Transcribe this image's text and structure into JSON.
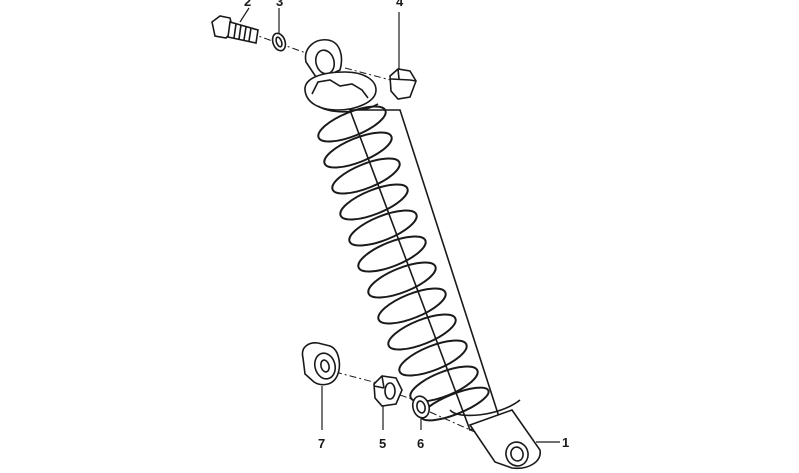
{
  "diagram": {
    "type": "exploded-parts-diagram",
    "line_color": "#1a1a1a",
    "fill_color": "#ffffff",
    "callouts": [
      {
        "id": "callout-1",
        "label": "1"
      },
      {
        "id": "callout-2",
        "label": "2"
      },
      {
        "id": "callout-3",
        "label": "3"
      },
      {
        "id": "callout-4",
        "label": "4"
      },
      {
        "id": "callout-5",
        "label": "5"
      },
      {
        "id": "callout-6",
        "label": "6"
      },
      {
        "id": "callout-7",
        "label": "7"
      }
    ],
    "parts": [
      {
        "callout": "1",
        "icon": "shock-absorber-icon"
      },
      {
        "callout": "2",
        "icon": "hex-bolt-icon"
      },
      {
        "callout": "3",
        "icon": "lock-washer-icon"
      },
      {
        "callout": "4",
        "icon": "hex-nut-icon"
      },
      {
        "callout": "5",
        "icon": "hex-nut-icon"
      },
      {
        "callout": "6",
        "icon": "washer-icon"
      },
      {
        "callout": "7",
        "icon": "rubber-bushing-icon"
      }
    ]
  }
}
